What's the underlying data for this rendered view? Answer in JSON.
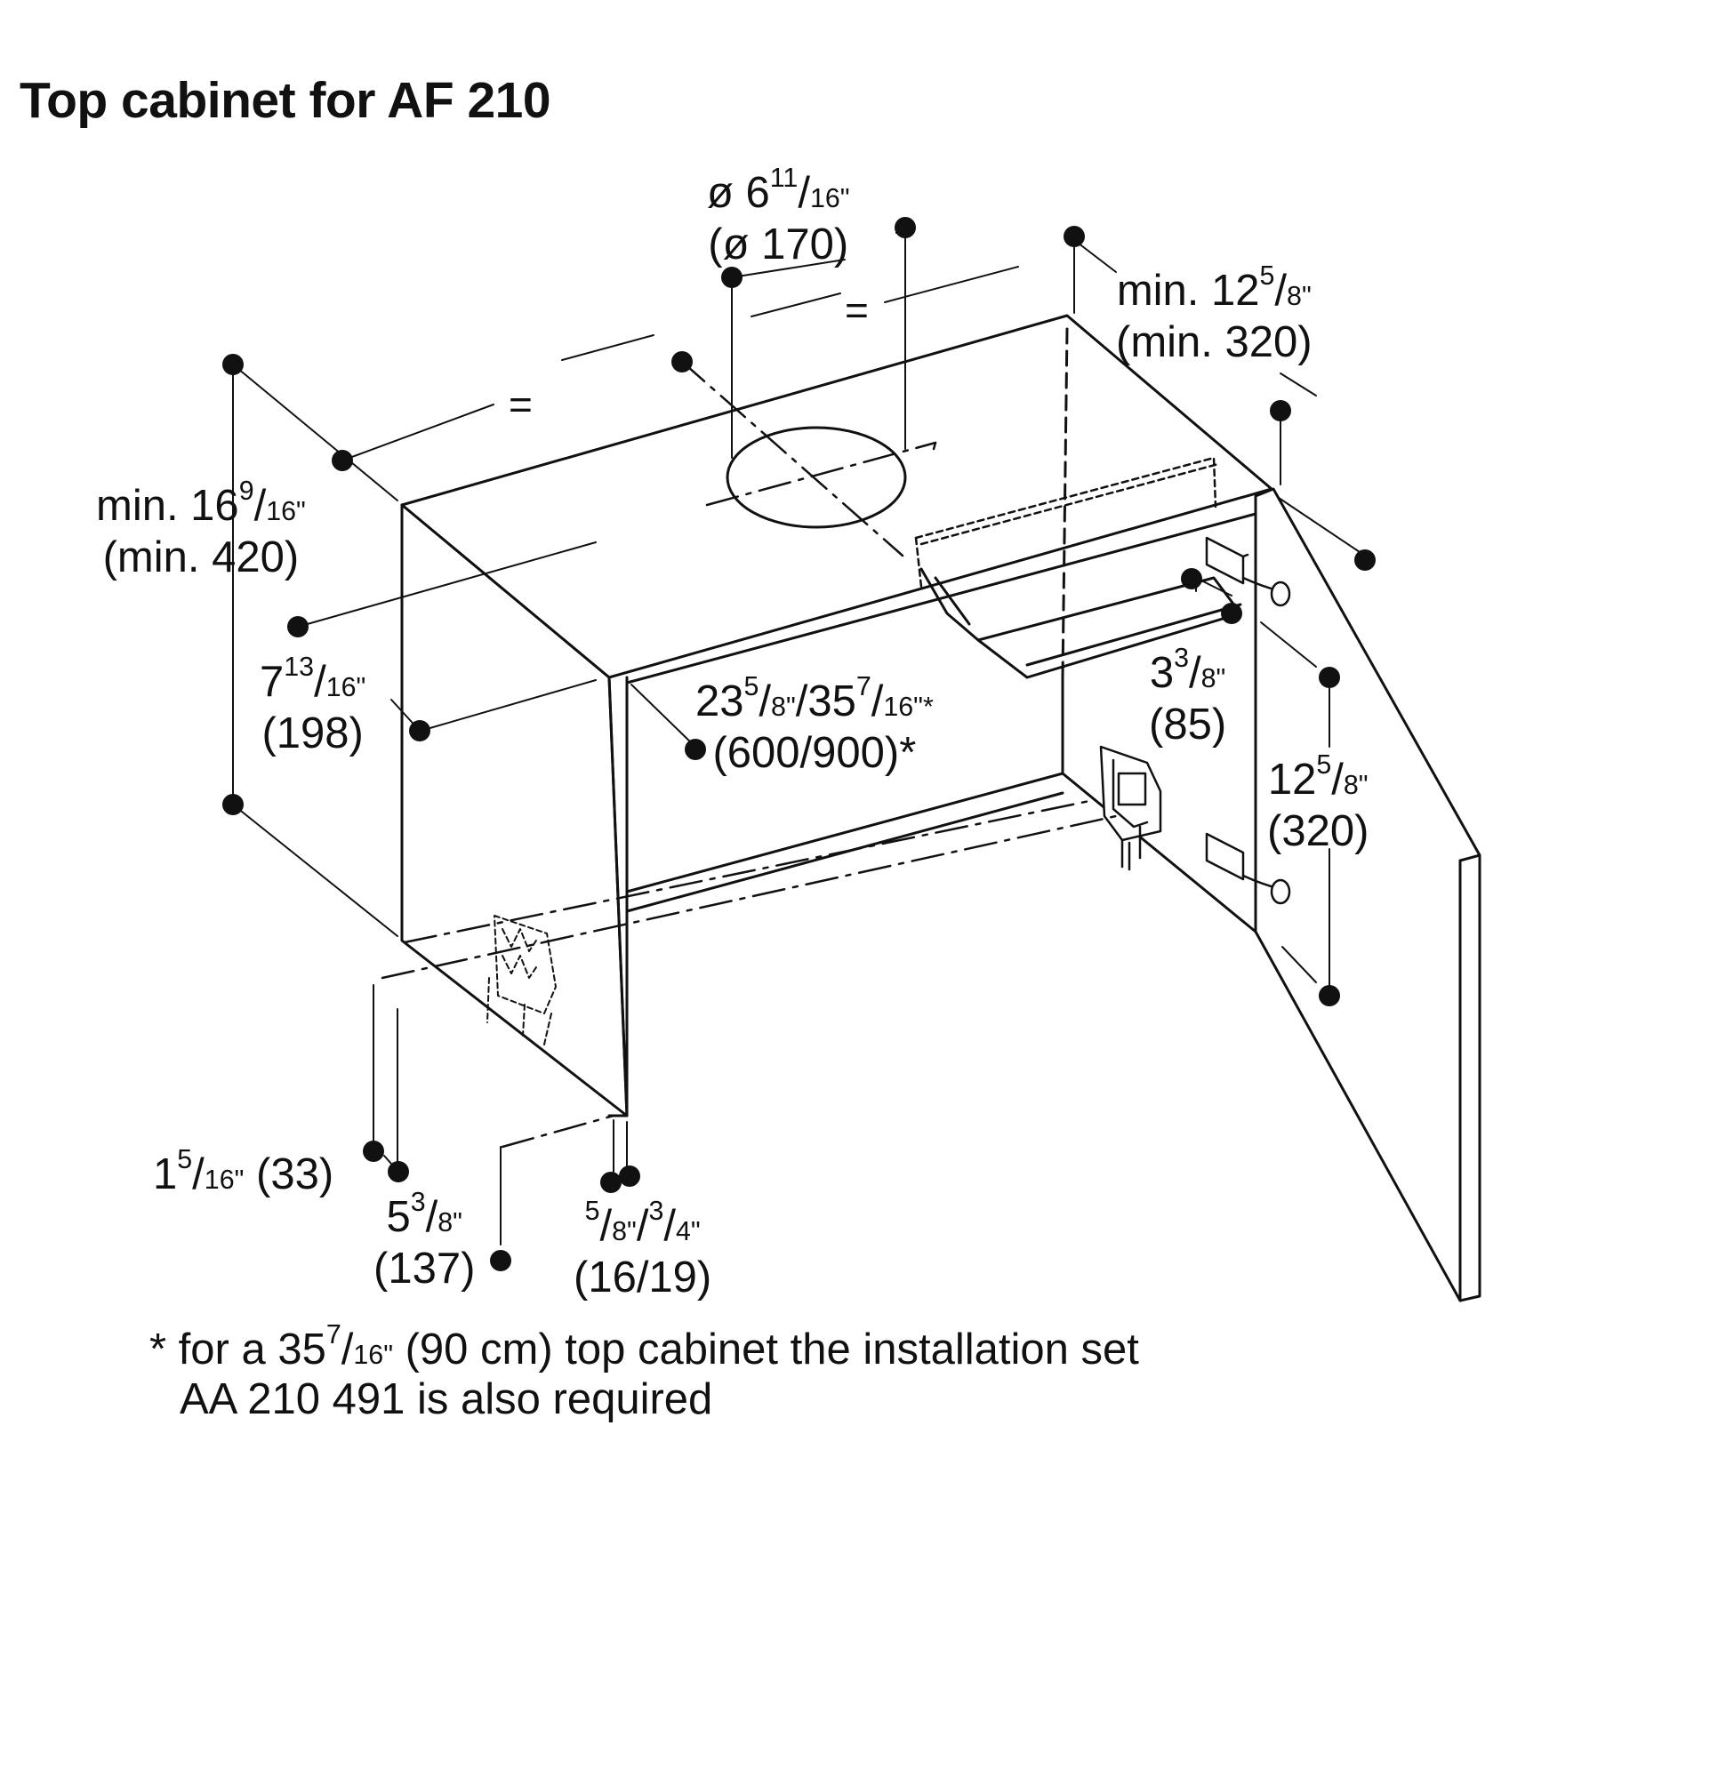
{
  "title": "Top cabinet for AF 210",
  "dimensions": {
    "duct_diameter": {
      "whole": "ø 6",
      "num": "11",
      "den": "16\"",
      "metric": "(ø 170)"
    },
    "depth_min": {
      "whole": "min. 12",
      "num": "5",
      "den": "8\"",
      "metric": "(min. 320)"
    },
    "height_min": {
      "whole": "min. 16",
      "num": "9",
      "den": "16\"",
      "metric": "(min. 420)"
    },
    "duct_offset": {
      "whole": "7",
      "num": "13",
      "den": "16\"",
      "metric": "(198)"
    },
    "width": {
      "whole1": "23",
      "num1": "5",
      "den1": "8\"",
      "sep": "/35",
      "num2": "7",
      "den2": "16\"*",
      "metric": "(600/900)*"
    },
    "bracket_offset": {
      "whole": "3",
      "num": "3",
      "den": "8\"",
      "metric": "(85)"
    },
    "door_height": {
      "whole": "12",
      "num": "5",
      "den": "8\"",
      "metric": "(320)"
    },
    "bottom_inset": {
      "whole": "1",
      "num": "5",
      "den": "16\"",
      "metric": "(33)"
    },
    "bottom_depth": {
      "whole": "5",
      "num": "3",
      "den": "8\"",
      "metric": "(137)"
    },
    "panel_thickness": {
      "num1": "5",
      "den1": "8\"",
      "sep": "/",
      "num2": "3",
      "den2": "4\"",
      "metric": "(16/19)"
    },
    "equal_left": "=",
    "equal_right": "="
  },
  "footnote": {
    "line1_prefix": "* for a ",
    "line1_whole": "35",
    "line1_num": "7",
    "line1_den": "16\"",
    "line1_suffix": " (90 cm) top cabinet the installation set",
    "line2": "AA 210 491 is also required"
  }
}
